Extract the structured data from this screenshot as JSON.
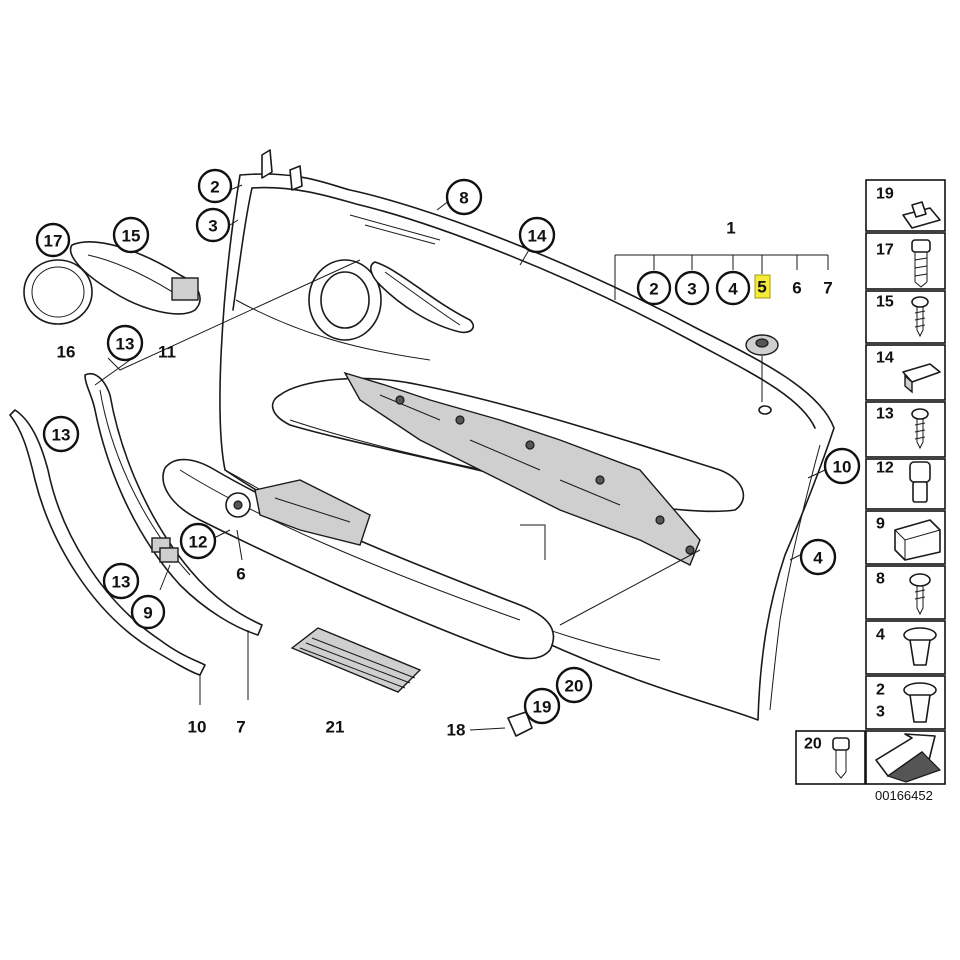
{
  "diagram": {
    "callouts": {
      "c2_top": "2",
      "c3_top": "3",
      "c8": "8",
      "c14": "14",
      "c17": "17",
      "c15": "15",
      "c13_a": "13",
      "c13_b": "13",
      "c13_c": "13",
      "c12": "12",
      "c9": "9",
      "c19": "19",
      "c20": "20",
      "c10": "10",
      "c4": "4",
      "g2": "2",
      "g3": "3",
      "g4": "4",
      "g6": "6",
      "g7": "7"
    },
    "labels": {
      "l16": "16",
      "l11": "11",
      "l6": "6",
      "l10": "10",
      "l7": "7",
      "l21": "21",
      "l18": "18",
      "l1": "1"
    },
    "highlight": {
      "value": "5",
      "color": "#f3ea3a"
    },
    "sidebar": [
      "19",
      "17",
      "15",
      "14",
      "13",
      "12",
      "9",
      "8",
      "4",
      "2",
      "3"
    ],
    "bottom_cell_label": "20",
    "footer_code": "00166452"
  }
}
